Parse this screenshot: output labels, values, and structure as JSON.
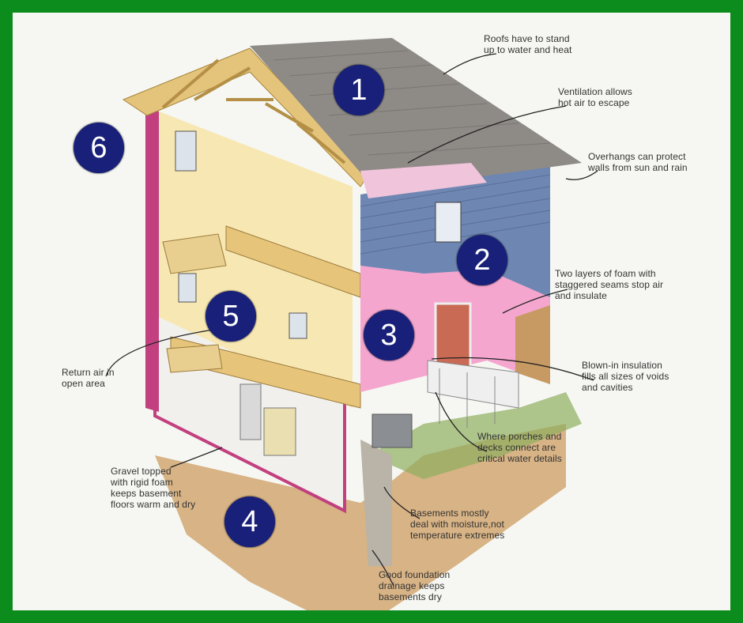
{
  "colors": {
    "frame": "#0d8c1e",
    "badge": "#18207a",
    "badge_text": "#ffffff",
    "roof": "#8e8a86",
    "siding": "#6e86b2",
    "foam": "#f4a6cf",
    "interior": "#f7e7b3",
    "soil": "#c89a63"
  },
  "badges": [
    "1",
    "2",
    "3",
    "4",
    "5",
    "6"
  ],
  "callouts": {
    "roof": "Roofs have to stand\nup to water and heat",
    "ventilation": "Ventilation allows\nhot air to escape",
    "overhangs": "Overhangs can protect\nwalls from sun and rain",
    "foam": "Two layers of foam with\nstaggered seams stop air\nand insulate",
    "blown_in": "Blown-in insulation\nfills all sizes of voids\nand cavities",
    "porches": "Where porches and\ndecks connect are\ncritical water details",
    "basements": "Basements mostly\ndeal with moisture,not\ntemperature extremes",
    "drainage": "Good foundation\ndrainage keeps\nbasements dry",
    "gravel": "Gravel topped\nwith rigid foam\nkeeps basement\nfloors warm and dry",
    "return_air": "Return air in\nopen area"
  }
}
